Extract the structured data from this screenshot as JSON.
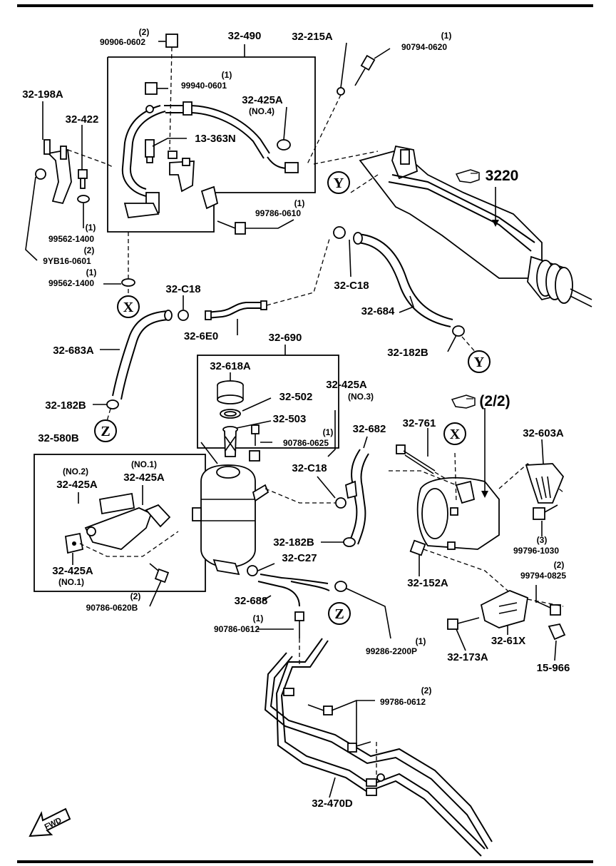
{
  "labels": {
    "l_90906_qty": "(2)",
    "l_90906": "90906-0602",
    "l_32_490": "32-490",
    "l_32_215a": "32-215A",
    "l_90794_qty": "(1)",
    "l_90794": "90794-0620",
    "l_32_198a": "32-198A",
    "l_99940_qty": "(1)",
    "l_99940": "99940-0601",
    "l_32_425a_top": "32-425A",
    "l_no4": "(NO.4)",
    "l_32_422": "32-422",
    "l_13_363n": "13-363N",
    "l_3220": "3220",
    "l_99786_0610_qty": "(1)",
    "l_99786_0610": "99786-0610",
    "l_99562_a_qty": "(1)",
    "l_99562_a": "99562-1400",
    "l_9yb16_qty": "(2)",
    "l_9yb16": "9YB16-0601",
    "l_99562_b_qty": "(1)",
    "l_99562_b": "99562-1400",
    "l_32_c18_a": "32-C18",
    "l_32_c18_b": "32-C18",
    "l_32_684": "32-684",
    "l_32_6e0": "32-6E0",
    "l_32_690": "32-690",
    "l_32_683a": "32-683A",
    "l_32_182b_a": "32-182B",
    "l_32_618a": "32-618A",
    "l_32_425a_no3": "32-425A",
    "l_no3": "(NO.3)",
    "l_32_502": "32-502",
    "l_32_182b_b": "32-182B",
    "l_32_503": "32-503",
    "l_90786_0625_qty": "(1)",
    "l_90786_0625": "90786-0625",
    "l_32_682": "32-682",
    "l_32_580b": "32-580B",
    "l_22_note": "(2/2)",
    "l_32_761": "32-761",
    "l_32_603a": "32-603A",
    "l_no2": "(NO.2)",
    "l_32_425a_no2": "32-425A",
    "l_no1_top": "(NO.1)",
    "l_32_425a_no1_top": "32-425A",
    "l_32_c18_c": "32-C18",
    "l_32_182b_c": "32-182B",
    "l_99796_qty": "(3)",
    "l_99796": "99796-1030",
    "l_32_425a_no1_bot": "32-425A",
    "l_no1_bot": "(NO.1)",
    "l_32_c27": "32-C27",
    "l_32_152a": "32-152A",
    "l_99794_qty": "(2)",
    "l_99794": "99794-0825",
    "l_90786_0620b_qty": "(2)",
    "l_90786_0620b": "90786-0620B",
    "l_32_688": "32-688",
    "l_90786_0612_qty": "(1)",
    "l_90786_0612": "90786-0612",
    "l_99286_qty": "(1)",
    "l_99286": "99286-2200P",
    "l_32_173a": "32-173A",
    "l_32_61x": "32-61X",
    "l_15_966": "15-966",
    "l_99786_0612_qty": "(2)",
    "l_99786_0612": "99786-0612",
    "l_32_470d": "32-470D",
    "fwd": "FWD"
  },
  "callouts": {
    "x": "X",
    "y": "Y",
    "z": "Z"
  },
  "icons": {
    "ref_hand": "pointing-hand-icon",
    "fwd_arrow": "forward-arrow-icon"
  },
  "colors": {
    "line": "#000000",
    "background": "#ffffff"
  }
}
